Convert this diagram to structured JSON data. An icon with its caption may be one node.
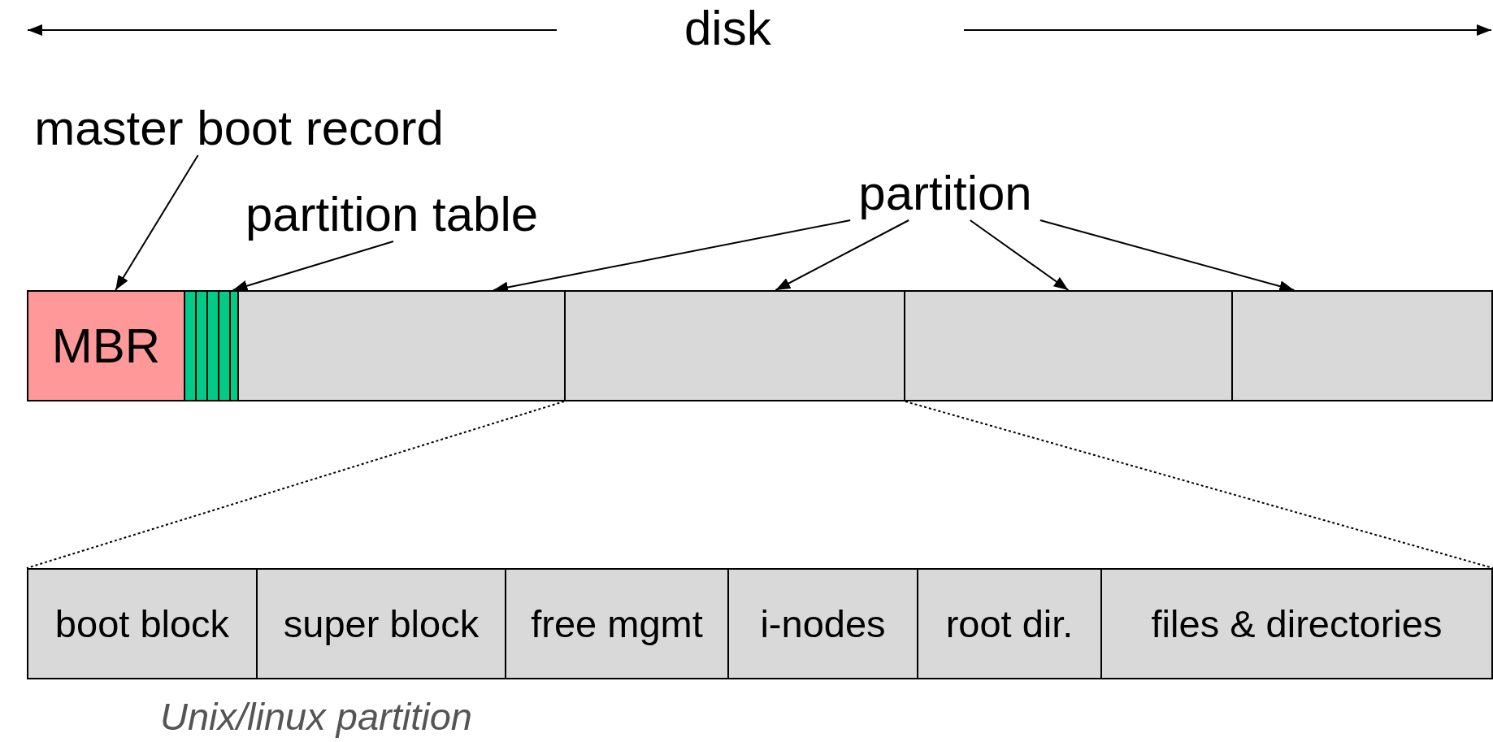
{
  "diagram": {
    "nodes": [
      {
        "text": [
          "master boot record"
        ]
      },
      {
        "text": [
          "partition table"
        ]
      },
      {
        "text": [
          "partition"
        ]
      },
      {
        "text": [
          "MBR"
        ]
      },
      {
        "text": [],
        "shape": "bar"
      },
      {
        "text": [],
        "shape": "box"
      },
      {
        "text": [],
        "shape": "box"
      },
      {
        "text": [],
        "shape": "box"
      },
      {
        "text": [],
        "shape": "box"
      },
      {
        "text": [],
        "shape": "box",
        "beside": [
          "Unix/linux partition"
        ]
      },
      {
        "text": [
          "boot block"
        ],
        "in": 9
      },
      {
        "text": [
          "super block"
        ],
        "in": 9
      },
      {
        "text": [
          "free mgmt"
        ],
        "in": 9
      },
      {
        "text": [
          "i-nodes"
        ],
        "in": 9
      },
      {
        "text": [
          "root dir."
        ],
        "in": 9
      },
      {
        "text": [
          "files & directories"
        ],
        "in": 9
      }
    ],
    "edges": [
      {
        "from": 0,
        "to": 3,
        "arrow": "to"
      },
      {
        "from": 1,
        "to": 4,
        "arrow": "to"
      },
      {
        "from": 2,
        "to": 5,
        "arrow": "to"
      },
      {
        "from": 2,
        "to": 6,
        "arrow": "to"
      },
      {
        "from": 2,
        "to": 7,
        "arrow": "to"
      },
      {
        "from": 2,
        "to": 8,
        "arrow": "to"
      },
      {
        "from": 6,
        "to": 9,
        "arrow": "none",
        "style": "dashed"
      },
      {
        "from": 6,
        "to": 9,
        "arrow": "none",
        "style": "dashed"
      }
    ],
    "labels": [
      "disk"
    ]
  }
}
